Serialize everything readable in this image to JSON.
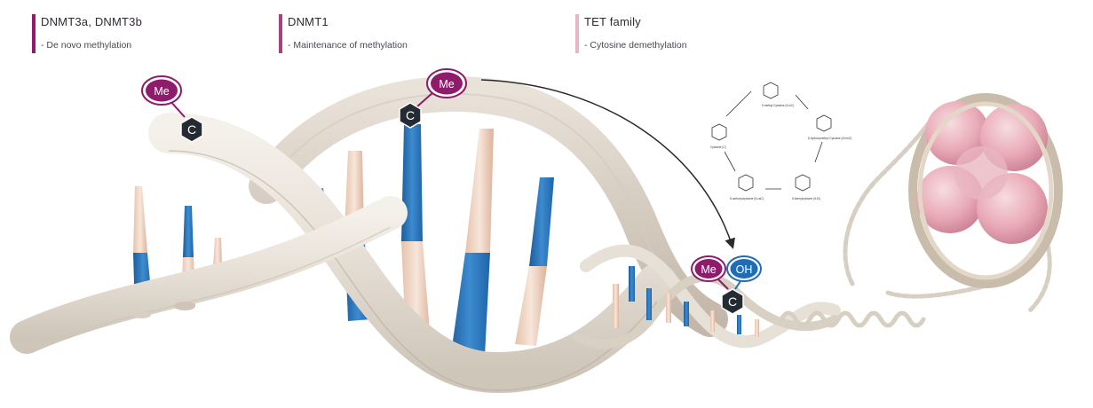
{
  "legend": [
    {
      "title": "DNMT3a, DNMT3b",
      "subtitle": "- De novo methylation",
      "color": "#8e1b6c"
    },
    {
      "title": "DNMT1",
      "subtitle": "- Maintenance of methylation",
      "color": "#a8407e"
    },
    {
      "title": "TET family",
      "subtitle": "- Cytosine demethylation",
      "color": "#e4b8c6"
    }
  ],
  "markers": {
    "methyl": "Me",
    "hydroxyl": "OH",
    "cytosine": "C"
  },
  "cycle_labels": [
    "5-methyl Cytosine (5-mC)",
    "5-hydroxymethyl Cytosine (5-hmC)",
    "5-formylcytosine (5-fC)",
    "5-carboxylcytosine (5-caC)",
    "Cytosine (C)"
  ],
  "colors": {
    "me_magenta": "#8e1b6c",
    "oh_blue": "#1f6db6",
    "cytosine_dark": "#242b33",
    "strand": "#e8e2d9",
    "base_blue": "#2b74b8",
    "base_peach": "#f0d3c0"
  }
}
